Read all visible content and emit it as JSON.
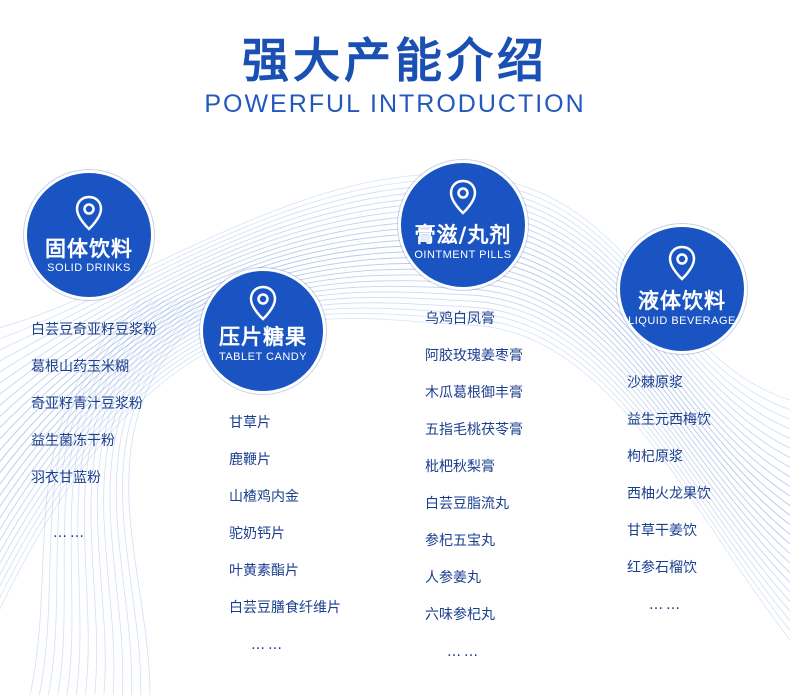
{
  "header": {
    "title": "强大产能介绍",
    "subtitle": "POWERFUL INTRODUCTION"
  },
  "colors": {
    "brand_blue": "#1a54c2",
    "text_blue": "#1b3e8f",
    "wave_blue": "#9bb8e6"
  },
  "categories": [
    {
      "name_cn": "固体饮料",
      "name_en": "SOLID DRINKS",
      "icon": "location-pin-icon",
      "items": [
        "白芸豆奇亚籽豆浆粉",
        "葛根山药玉米糊",
        "奇亚籽青汁豆浆粉",
        "益生菌冻干粉",
        "羽衣甘蓝粉",
        "……"
      ]
    },
    {
      "name_cn": "压片糖果",
      "name_en": "TABLET CANDY",
      "icon": "location-pin-icon",
      "items": [
        "甘草片",
        "鹿鞭片",
        "山楂鸡内金",
        "驼奶钙片",
        "叶黄素酯片",
        "白芸豆膳食纤维片",
        "……"
      ]
    },
    {
      "name_cn": "膏滋/丸剂",
      "name_en": "OINTMENT PILLS",
      "icon": "location-pin-icon",
      "items": [
        "乌鸡白凤膏",
        "阿胶玫瑰姜枣膏",
        "木瓜葛根御丰膏",
        "五指毛桃茯苓膏",
        "枇杷秋梨膏",
        "白芸豆脂流丸",
        "参杞五宝丸",
        "人参姜丸",
        "六味参杞丸",
        "……"
      ]
    },
    {
      "name_cn": "液体饮料",
      "name_en": "LIQUID BEVERAGE",
      "icon": "location-pin-icon",
      "items": [
        "沙棘原浆",
        "益生元西梅饮",
        "枸杞原浆",
        "西柚火龙果饮",
        "甘草干姜饮",
        "红参石榴饮",
        "……"
      ]
    }
  ]
}
